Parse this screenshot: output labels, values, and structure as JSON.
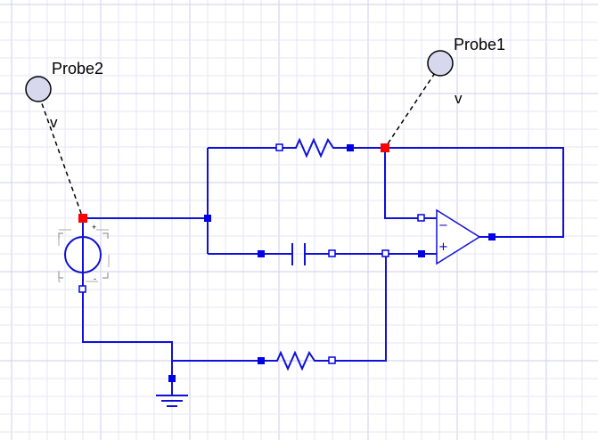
{
  "probes": [
    {
      "id": "probe2",
      "label": "Probe2",
      "unit": "v"
    },
    {
      "id": "probe1",
      "label": "Probe1",
      "unit": "v"
    }
  ],
  "source": {
    "plus_label": "+",
    "minus_label": "-"
  },
  "opamp": {
    "minus_label": "−",
    "plus_label": "+"
  },
  "colors": {
    "wire": "#1010d8",
    "node": "#0000e6",
    "probe_node": "#ff0000",
    "grid_minor": "#e6e6f6",
    "grid_major": "#d6d6ef",
    "probe_fill": "#d7d7ee",
    "source_frame": "#a9a9a9"
  }
}
